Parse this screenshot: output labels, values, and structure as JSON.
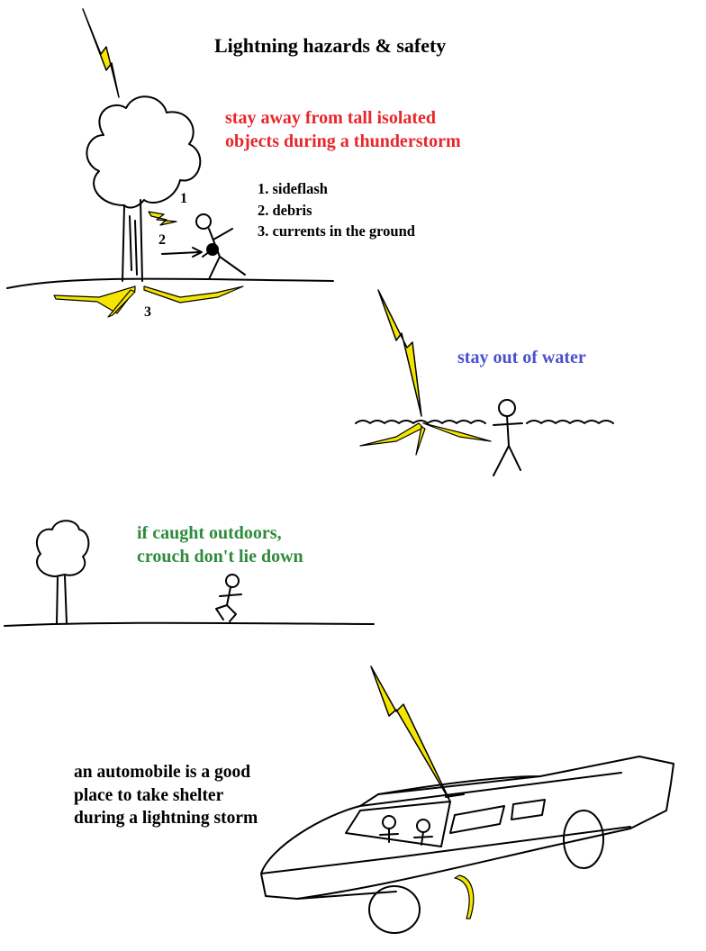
{
  "title": "Lightning hazards & safety",
  "tall_objects": {
    "lines": [
      "stay away from tall isolated",
      "objects during a thunderstorm"
    ],
    "hazards": [
      "1. sideflash",
      "2. debris",
      "3. currents in the ground"
    ],
    "markers": [
      "1",
      "2",
      "3"
    ]
  },
  "water": {
    "text": "stay out of water"
  },
  "outdoors": {
    "lines": [
      "if caught outdoors,",
      "crouch don't lie down"
    ]
  },
  "automobile": {
    "lines": [
      "an automobile is a good",
      "place to take shelter",
      "during a lightning storm"
    ]
  },
  "colors": {
    "red": "#e8262a",
    "blue": "#4a4fd0",
    "green": "#2e8b3c",
    "lightning": "#f5e600"
  }
}
